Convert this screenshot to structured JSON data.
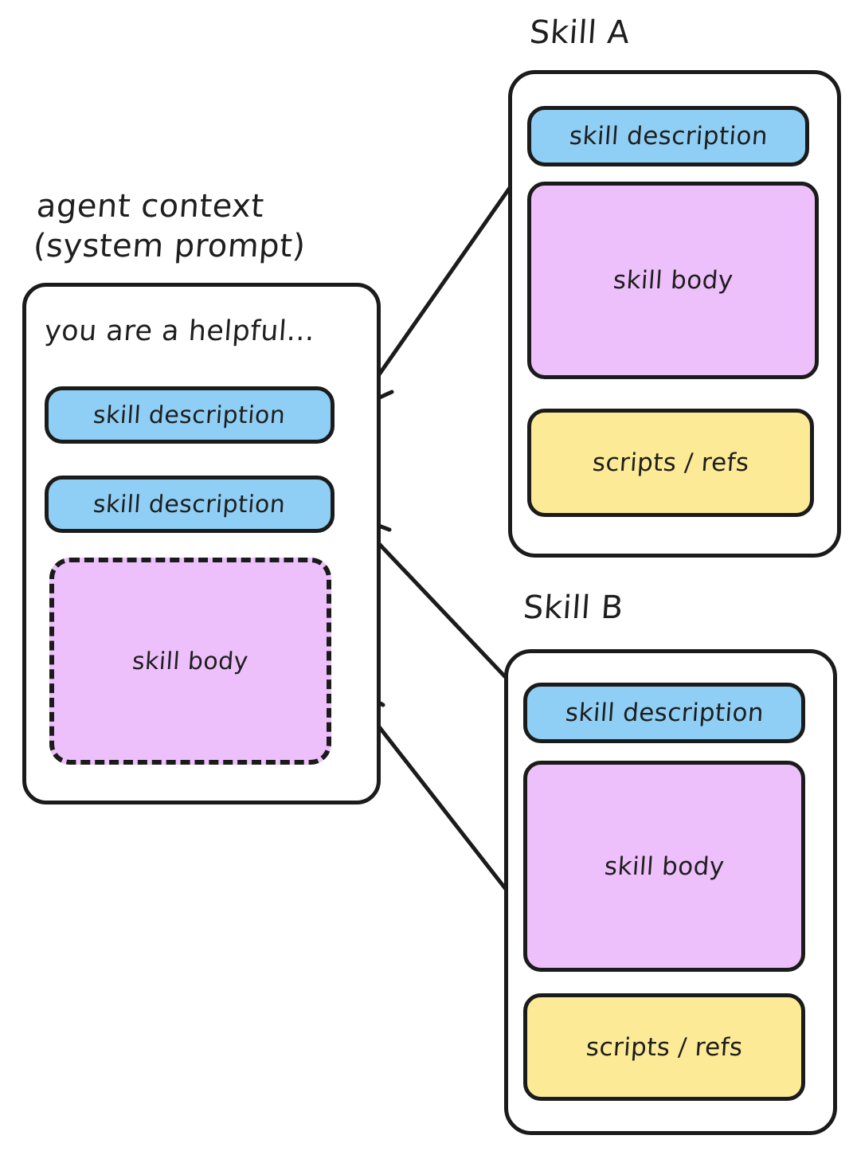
{
  "diagram": {
    "title_a": "Skill A",
    "title_b": "Skill B",
    "context_label_line1": "agent context",
    "context_label_line2": "(system prompt)",
    "prompt_text": "you are a helpful...",
    "labels": {
      "skill_description": "skill description",
      "skill_body": "skill body",
      "scripts_refs": "scripts / refs"
    },
    "colors": {
      "blue": "#8fcff5",
      "purple": "#eec0fb",
      "yellow": "#fcea96",
      "stroke": "#1b1b1b",
      "background": "#ffffff"
    }
  },
  "agent_context": {
    "heading_line1": "agent context",
    "heading_line2": "(system prompt)",
    "prompt": "you are a helpful...",
    "blocks": [
      {
        "label": "skill description",
        "kind": "blue"
      },
      {
        "label": "skill description",
        "kind": "blue"
      },
      {
        "label": "skill body",
        "kind": "purple-dashed"
      }
    ]
  },
  "skill_a": {
    "title": "Skill A",
    "blocks": [
      {
        "label": "skill description",
        "kind": "blue"
      },
      {
        "label": "skill body",
        "kind": "purple"
      },
      {
        "label": "scripts / refs",
        "kind": "yellow"
      }
    ]
  },
  "skill_b": {
    "title": "Skill B",
    "blocks": [
      {
        "label": "skill description",
        "kind": "blue"
      },
      {
        "label": "skill body",
        "kind": "purple"
      },
      {
        "label": "scripts / refs",
        "kind": "yellow"
      }
    ]
  },
  "connections": [
    {
      "from": "skill-a-description",
      "to": "context-description-1"
    },
    {
      "from": "skill-b-description",
      "to": "context-description-2"
    },
    {
      "from": "skill-b-body",
      "to": "context-body"
    }
  ]
}
